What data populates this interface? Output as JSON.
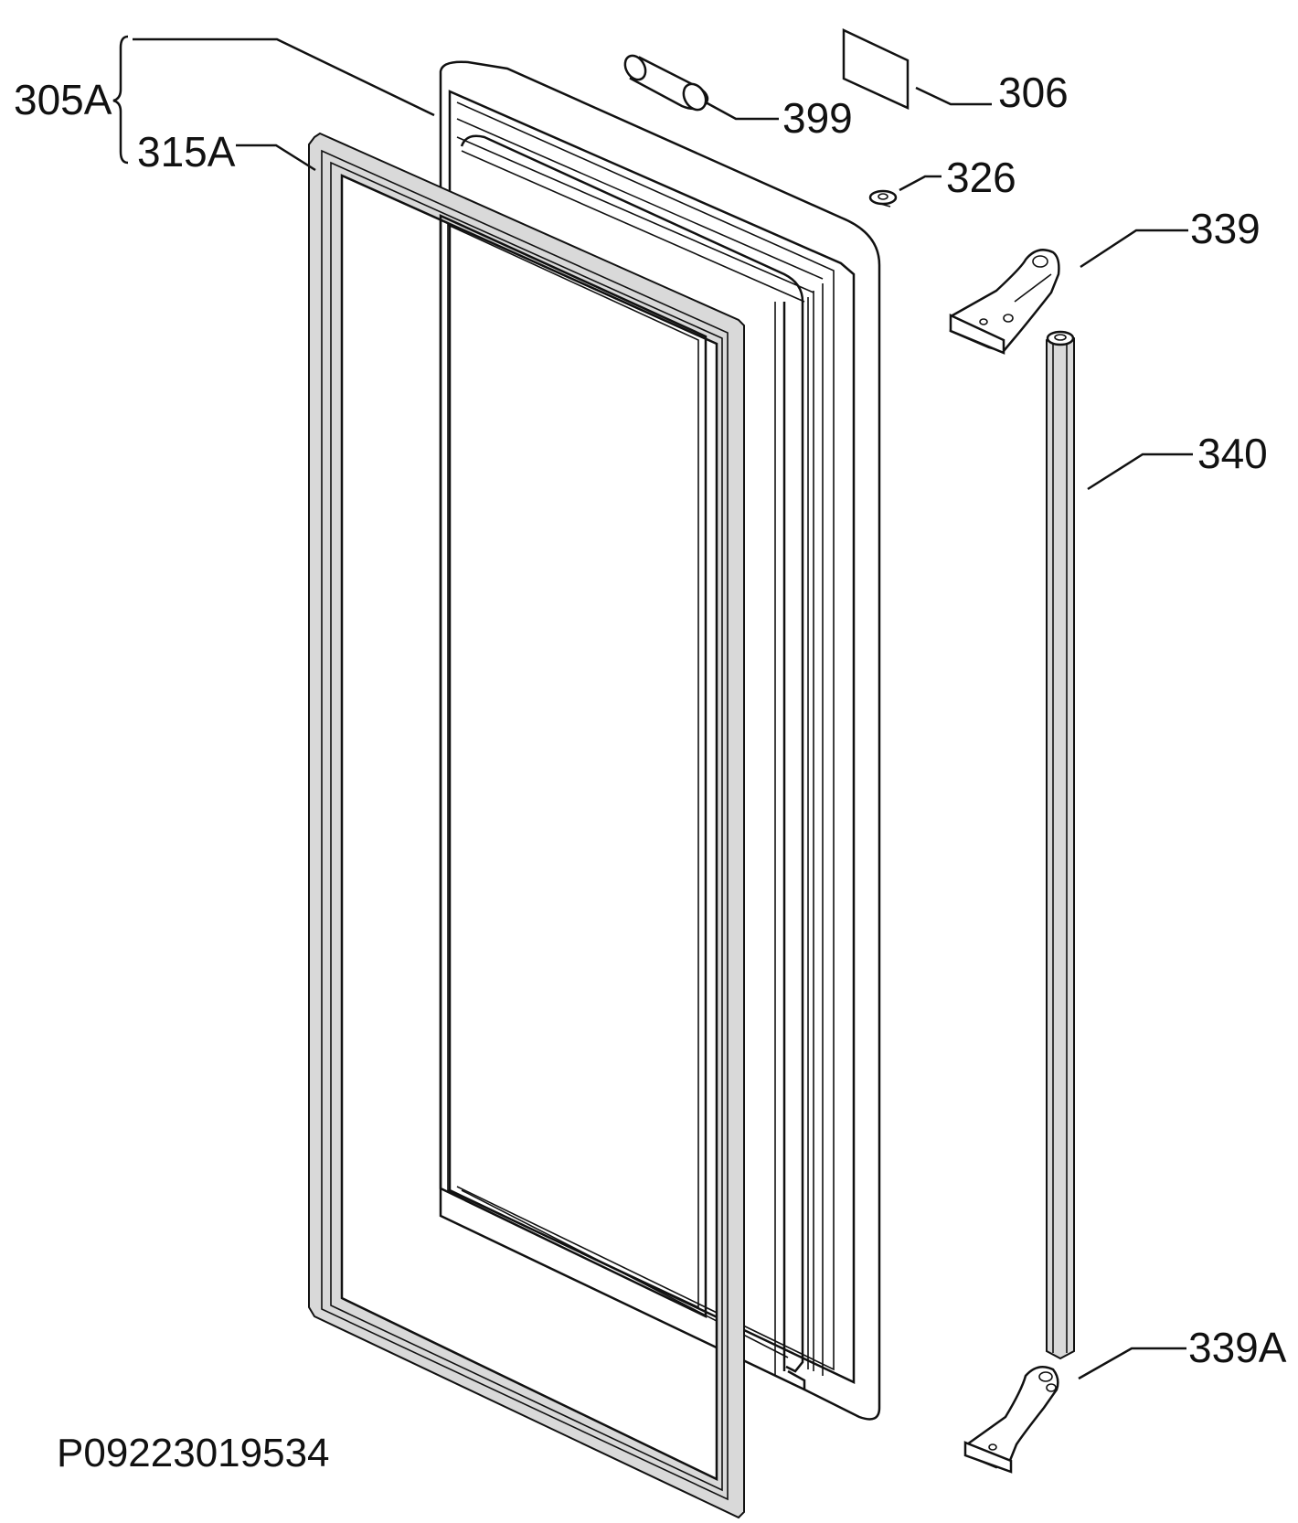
{
  "diagram": {
    "labels": {
      "door_assembly": "305A",
      "door_gasket": "315A",
      "handle_part": "399",
      "label_plate": "306",
      "clip": "326",
      "upper_hinge": "339",
      "hinge_bar": "340",
      "lower_hinge": "339A"
    },
    "document_code": "P09223019534"
  }
}
